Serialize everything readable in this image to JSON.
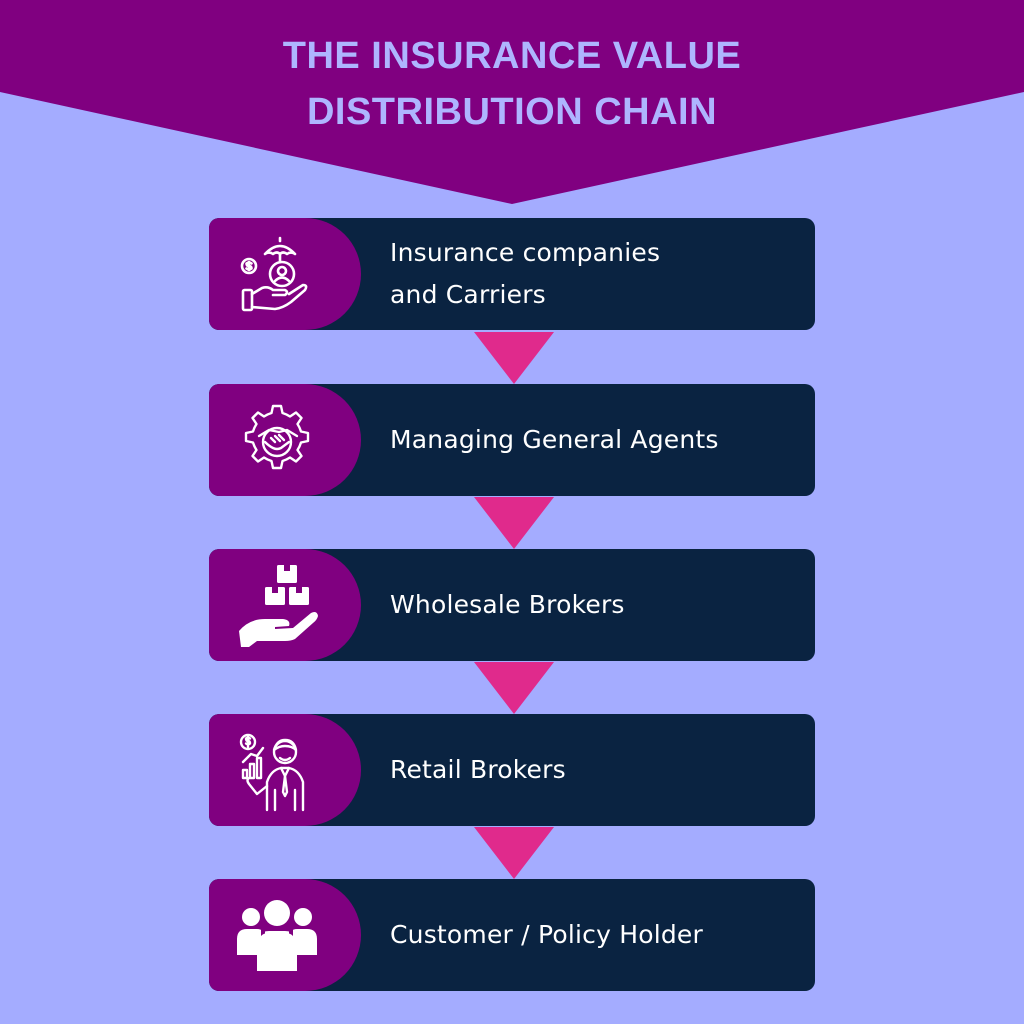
{
  "title": {
    "line1": "THE INSURANCE VALUE",
    "line2": "DISTRIBUTION CHAIN"
  },
  "colors": {
    "background": "#a4acff",
    "banner": "#800080",
    "title_text": "#aeb5ff",
    "card": "#0a2341",
    "icon_tab": "#800080",
    "arrow": "#e02a8c",
    "card_text": "#ffffff"
  },
  "steps": [
    {
      "icon": "insurance-umbrella-hand-icon",
      "line1": "Insurance companies",
      "line2": "and Carriers"
    },
    {
      "icon": "handshake-gear-icon",
      "line1": "Managing General Agents"
    },
    {
      "icon": "boxes-on-hand-icon",
      "line1": "Wholesale Brokers"
    },
    {
      "icon": "broker-person-chart-icon",
      "line1": "Retail Brokers"
    },
    {
      "icon": "customer-group-icon",
      "line1": "Customer / Policy Holder"
    }
  ]
}
